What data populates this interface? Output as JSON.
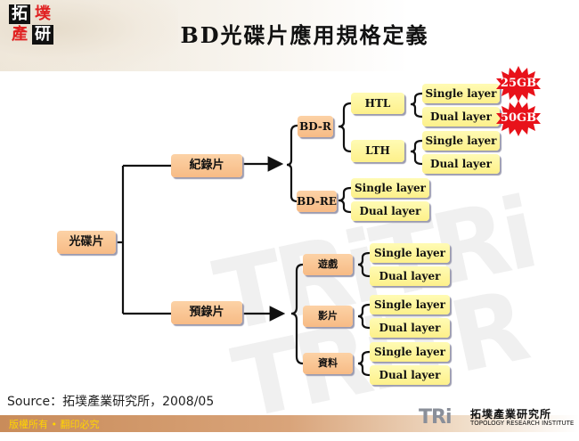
{
  "header": {
    "logo_chars": [
      "拓",
      "墣",
      "產",
      "研"
    ],
    "title": "BD光碟片應用規格定義"
  },
  "diagram": {
    "root": {
      "label": "光碟片"
    },
    "branches": {
      "recordable": {
        "label": "紀錄片",
        "bdr": {
          "label": "BD-R",
          "htl": {
            "label": "HTL",
            "single": "Single layer",
            "dual": "Dual layer"
          },
          "lth": {
            "label": "LTH",
            "single": "Single layer",
            "dual": "Dual layer"
          }
        },
        "bdre": {
          "label": "BD-RE",
          "single": "Single layer",
          "dual": "Dual layer"
        }
      },
      "prerecorded": {
        "label": "預錄片",
        "game": {
          "label": "遊戲",
          "single": "Single layer",
          "dual": "Dual layer"
        },
        "movie": {
          "label": "影片",
          "single": "Single layer",
          "dual": "Dual layer"
        },
        "data": {
          "label": "資料",
          "single": "Single layer",
          "dual": "Dual layer"
        }
      }
    },
    "callouts": {
      "single_capacity": "25GB",
      "dual_capacity": "50GB"
    },
    "colors": {
      "peach_box": "#f7bb85",
      "yellow_box": "#fdf08a",
      "burst": "#e8121a"
    }
  },
  "source": "Source：拓墣產業研究所，2008/05",
  "footer": {
    "copyright": "版權所有 • 翻印必究",
    "brand_abbr": "TRi",
    "brand_cn": "拓墣產業研究所",
    "brand_en": "TOPOLOGY RESEARCH INSTITUTE"
  }
}
